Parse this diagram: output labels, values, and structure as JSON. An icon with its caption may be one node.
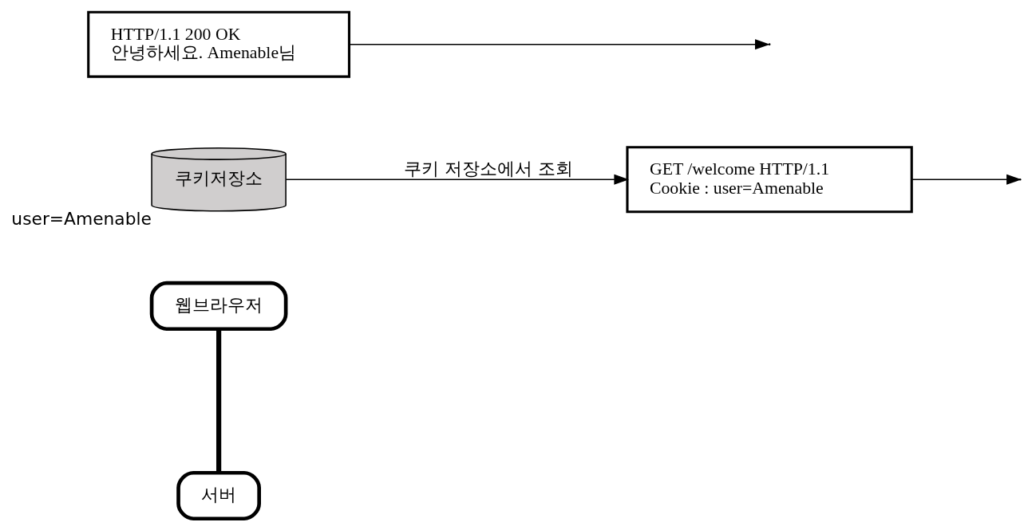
{
  "diagram": {
    "nodes": [
      {
        "text": [
          "웹브라우저"
        ]
      },
      {
        "text": [
          "서버"
        ]
      },
      {
        "text": [
          "GET /welcome HTTP/1.1",
          "Cookie : user=Amenable"
        ]
      },
      {
        "text": [
          "HTTP/1.1 200 OK",
          "안녕하세요. Amenable님"
        ]
      },
      {
        "text": [
          "쿠키저장소"
        ],
        "beside": [
          "user=Amenable"
        ]
      }
    ],
    "edges": [
      {
        "from": 0,
        "to": 1,
        "arrow": "none",
        "style": "thick"
      },
      {
        "from": 2,
        "to": null,
        "arrow": "to"
      },
      {
        "from": 3,
        "to": null,
        "arrow": "to"
      },
      {
        "from": 4,
        "to": 2,
        "arrow": "to",
        "label": "쿠키 저장소에서 조회"
      }
    ]
  }
}
